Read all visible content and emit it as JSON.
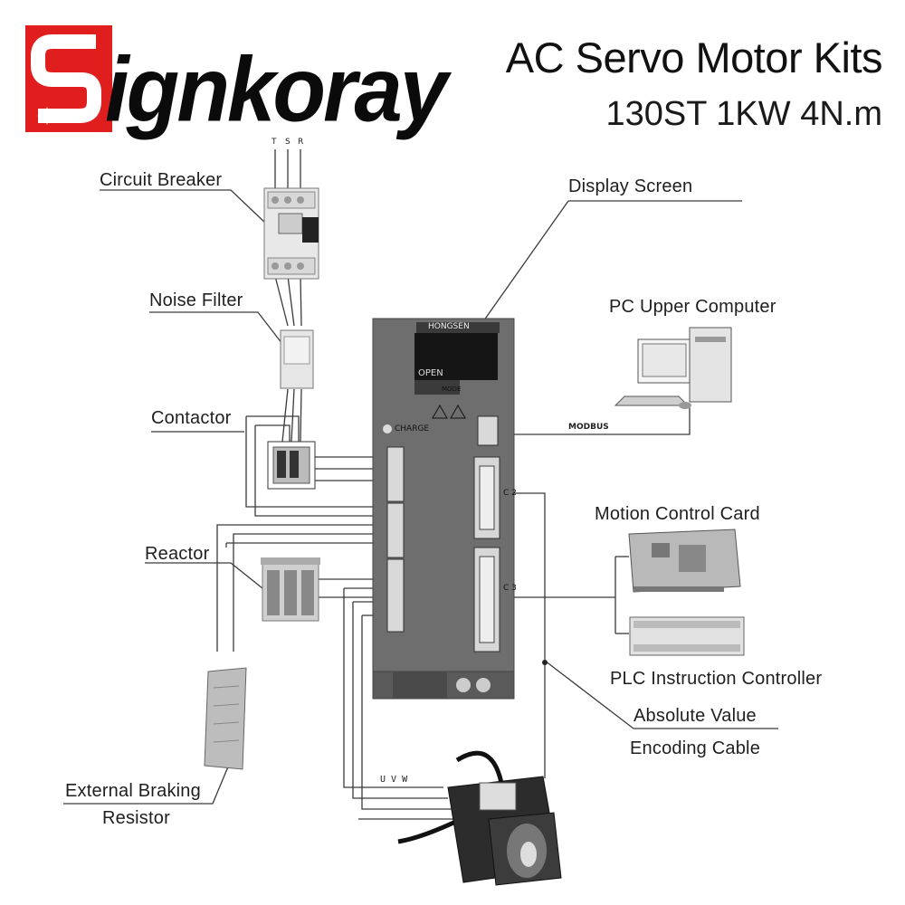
{
  "brand": {
    "logo_text": "ignkoray",
    "logo_letter": "S",
    "logo_color": "#e01e1e"
  },
  "header": {
    "title": "AC Servo Motor Kits",
    "subtitle": "130ST 1KW 4N.m"
  },
  "components": {
    "circuit_breaker": "Circuit Breaker",
    "noise_filter": "Noise Filter",
    "contactor": "Contactor",
    "reactor": "Reactor",
    "braking_resistor_line1": "External Braking",
    "braking_resistor_line2": "Resistor",
    "display_screen": "Display Screen",
    "pc_upper_computer": "PC Upper Computer",
    "motion_control_card": "Motion Control Card",
    "plc_controller": "PLC Instruction Controller",
    "encoding_cable_line1": "Absolute Value",
    "encoding_cable_line2": "Encoding Cable"
  },
  "phases": {
    "t": "T",
    "s": "S",
    "r": "R"
  },
  "drive": {
    "brand": "HONGSEN",
    "open_label": "OPEN",
    "mode_label": "MODE",
    "charge_label": "CHARGE",
    "modbus_label": "MODBUS",
    "motor_terminals": "U V W",
    "connector_cn2": "C 2",
    "connector_cn3": "C 3"
  },
  "colors": {
    "line": "#333333",
    "drive_body": "#6e6e6e",
    "drive_dark": "#4a4a4a",
    "display": "#151515",
    "accent_red": "#e01e1e"
  }
}
